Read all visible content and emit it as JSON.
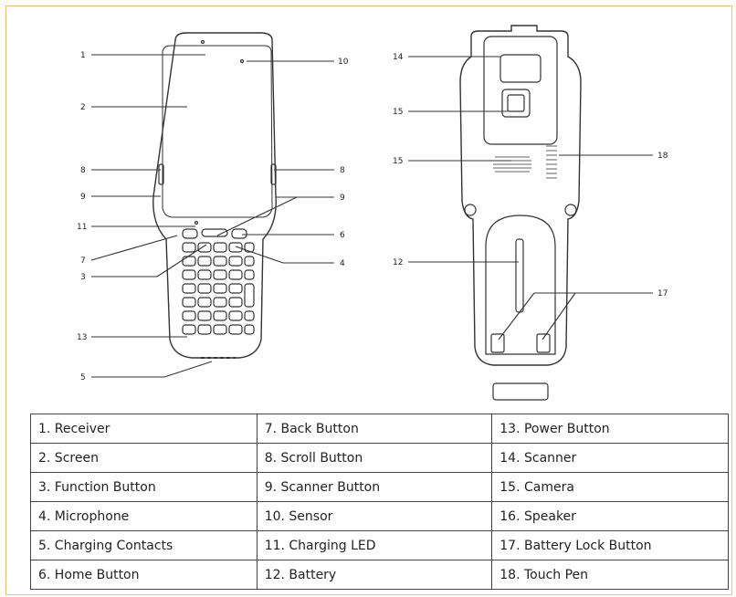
{
  "callouts": {
    "n1": "1",
    "n2": "2",
    "n3": "3",
    "n4": "4",
    "n5": "5",
    "n6": "6",
    "n7": "7",
    "n8_left": "8",
    "n8_right": "8",
    "n9_left": "9",
    "n9_right": "9",
    "n10": "10",
    "n11": "11",
    "n12": "12",
    "n13": "13",
    "n14": "14",
    "n15_top": "15",
    "n15_bottom": "15",
    "n17": "17",
    "n18": "18"
  },
  "legend": {
    "rows": [
      [
        "1. Receiver",
        "7. Back Button",
        "13. Power Button"
      ],
      [
        "2. Screen",
        "8. Scroll Button",
        "14. Scanner"
      ],
      [
        "3. Function Button",
        "9. Scanner Button",
        "15. Camera"
      ],
      [
        "4. Microphone",
        "10. Sensor",
        "16. Speaker"
      ],
      [
        "5. Charging Contacts",
        "11. Charging LED",
        "17. Battery Lock Button"
      ],
      [
        "6. Home Button",
        "12. Battery",
        "18. Touch Pen"
      ]
    ]
  }
}
